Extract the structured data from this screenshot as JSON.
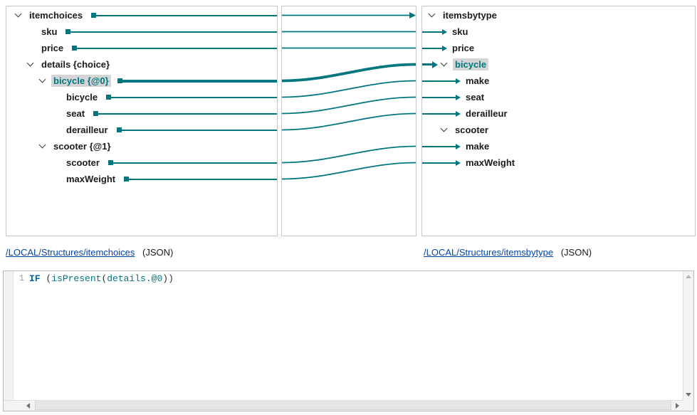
{
  "colors": {
    "teal": "#00767e",
    "highlight_bg": "#d5d5d5",
    "link_blue": "#0645ad",
    "keyword_blue": "#00629b"
  },
  "source_tree": {
    "rows": [
      {
        "label": "itemchoices"
      },
      {
        "label": "sku"
      },
      {
        "label": "price"
      },
      {
        "label": "details {choice}"
      },
      {
        "label": "bicycle {@0}"
      },
      {
        "label": "bicycle"
      },
      {
        "label": "seat"
      },
      {
        "label": "derailleur"
      },
      {
        "label": "scooter {@1}"
      },
      {
        "label": "scooter"
      },
      {
        "label": "maxWeight"
      }
    ]
  },
  "target_tree": {
    "rows": [
      {
        "label": "itemsbytype"
      },
      {
        "label": "sku"
      },
      {
        "label": "price"
      },
      {
        "label": "bicycle"
      },
      {
        "label": "make"
      },
      {
        "label": "seat"
      },
      {
        "label": "derailleur"
      },
      {
        "label": "scooter"
      },
      {
        "label": "make"
      },
      {
        "label": "maxWeight"
      }
    ]
  },
  "connections": [
    {
      "from": "itemchoices",
      "to": "itemsbytype"
    },
    {
      "from": "sku",
      "to": "sku"
    },
    {
      "from": "price",
      "to": "price"
    },
    {
      "from": "bicycle {@0}",
      "to": "bicycle",
      "emphasized": true
    },
    {
      "from": "bicycle",
      "to": "make"
    },
    {
      "from": "seat",
      "to": "seat"
    },
    {
      "from": "derailleur",
      "to": "derailleur"
    },
    {
      "from": "scooter",
      "to": "make"
    },
    {
      "from": "maxWeight",
      "to": "maxWeight"
    }
  ],
  "source_doc": {
    "path": "/LOCAL/Structures/itemchoices",
    "format": "(JSON)"
  },
  "target_doc": {
    "path": "/LOCAL/Structures/itemsbytype",
    "format": "(JSON)"
  },
  "expression_editor": {
    "line_number": "1",
    "code": "IF (isPresent(details.@0))",
    "segments": [
      {
        "text": "IF",
        "type": "keyword"
      },
      {
        "text": " (",
        "type": "plain"
      },
      {
        "text": "isPresent",
        "type": "function"
      },
      {
        "text": "(",
        "type": "plain"
      },
      {
        "text": "details.@0",
        "type": "path"
      },
      {
        "text": "))",
        "type": "plain"
      }
    ]
  }
}
